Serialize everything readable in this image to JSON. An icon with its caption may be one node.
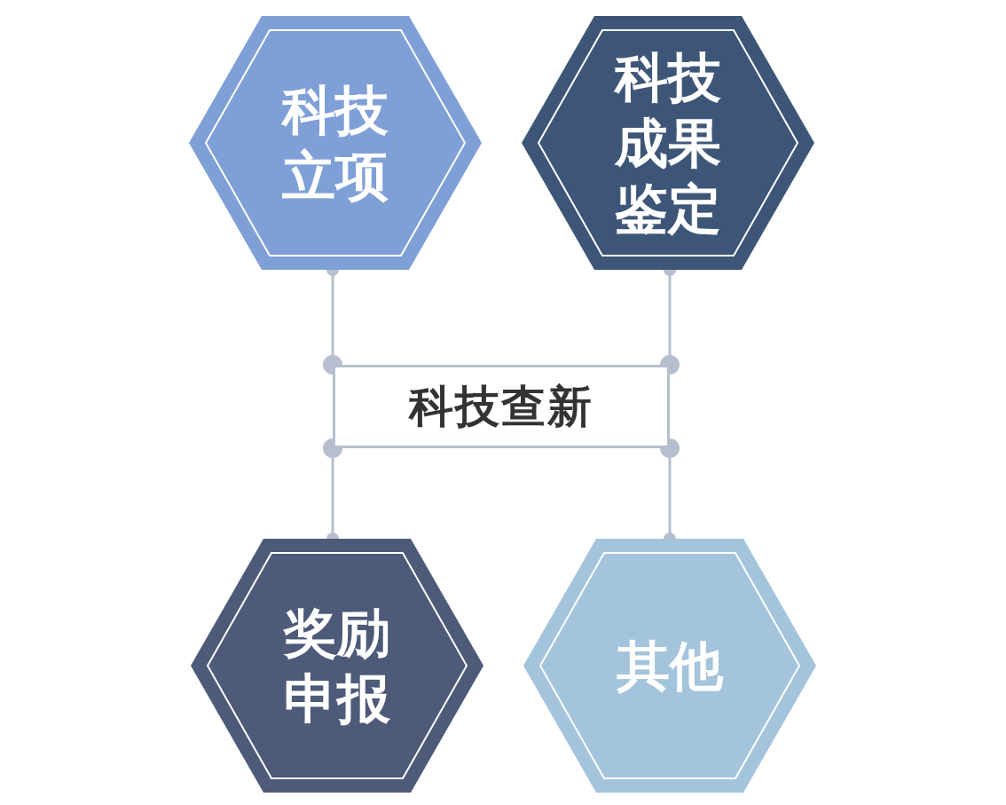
{
  "diagram": {
    "nodes": [
      {
        "text": [
          "科技立项"
        ]
      },
      {
        "text": [
          "科技成果鉴定"
        ]
      },
      {
        "text": [
          "奖励申报"
        ]
      },
      {
        "text": [
          "其他"
        ]
      },
      {
        "text": [
          "科技查新"
        ]
      }
    ],
    "edges": [
      {
        "from": 0,
        "to": 4,
        "arrow": "other"
      },
      {
        "from": 1,
        "to": 4,
        "arrow": "other"
      },
      {
        "from": 2,
        "to": 4,
        "arrow": "other"
      },
      {
        "from": 3,
        "to": 4,
        "arrow": "other"
      }
    ]
  }
}
